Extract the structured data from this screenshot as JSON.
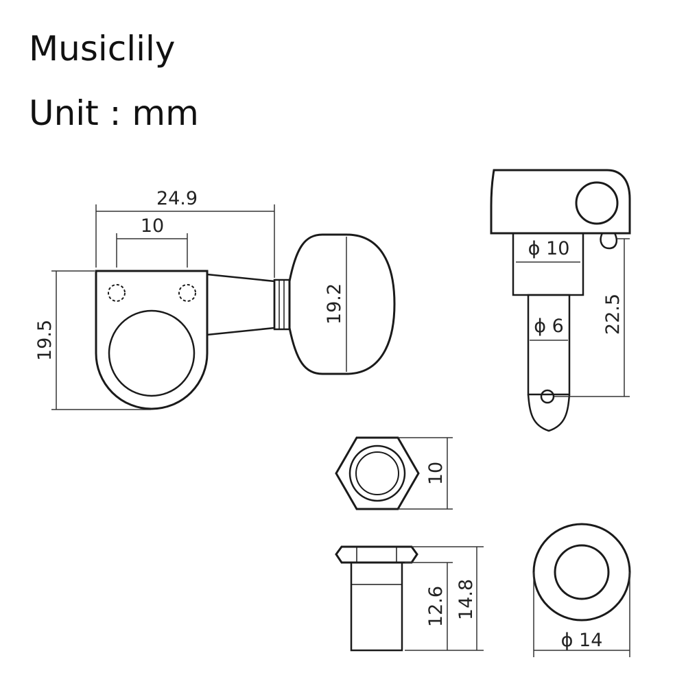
{
  "header": {
    "brand": "Musiclily",
    "unit": "Unit : mm"
  },
  "dimensions": {
    "tuner_width": "24.9",
    "hole_spacing": "10",
    "housing_height": "19.5",
    "button_height": "19.2",
    "bushing_diameter": "ϕ 10",
    "post_diameter": "ϕ 6",
    "post_height": "22.5",
    "nut_width": "10",
    "bushing_length": "12.6",
    "bushing_total_length": "14.8",
    "washer_diameter": "ϕ 14"
  },
  "colors": {
    "line": "#1a1a1a",
    "dim_line": "#333333",
    "background": "#ffffff"
  }
}
